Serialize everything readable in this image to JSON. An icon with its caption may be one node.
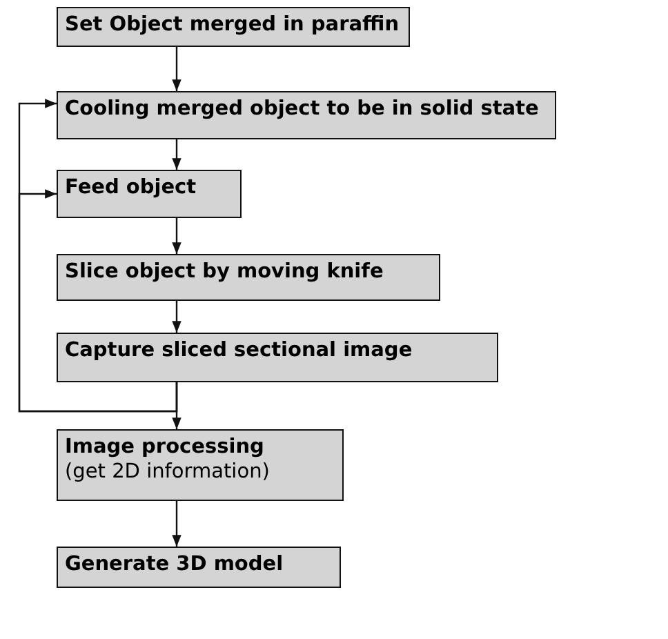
{
  "diagram": {
    "nodes": [
      {
        "text": [
          "Set Object merged in paraffin"
        ]
      },
      {
        "text": [
          "Cooling merged object to be in solid state"
        ]
      },
      {
        "text": [
          "Feed object"
        ]
      },
      {
        "text": [
          "Slice object by moving knife"
        ]
      },
      {
        "text": [
          "Capture sliced sectional image"
        ]
      },
      {
        "text": [
          "Image processing",
          "(get 2D information)"
        ]
      },
      {
        "text": [
          "Generate 3D model"
        ]
      }
    ],
    "edges": [
      {
        "from": 0,
        "to": 1,
        "arrow": "to"
      },
      {
        "from": 1,
        "to": 2,
        "arrow": "to"
      },
      {
        "from": 2,
        "to": 3,
        "arrow": "to"
      },
      {
        "from": 3,
        "to": 4,
        "arrow": "to"
      },
      {
        "from": 4,
        "to": 5,
        "arrow": "to"
      },
      {
        "from": 4,
        "to": 1,
        "arrow": "to"
      },
      {
        "from": 4,
        "to": 2,
        "arrow": "to"
      },
      {
        "from": 5,
        "to": 6,
        "arrow": "to"
      }
    ]
  }
}
